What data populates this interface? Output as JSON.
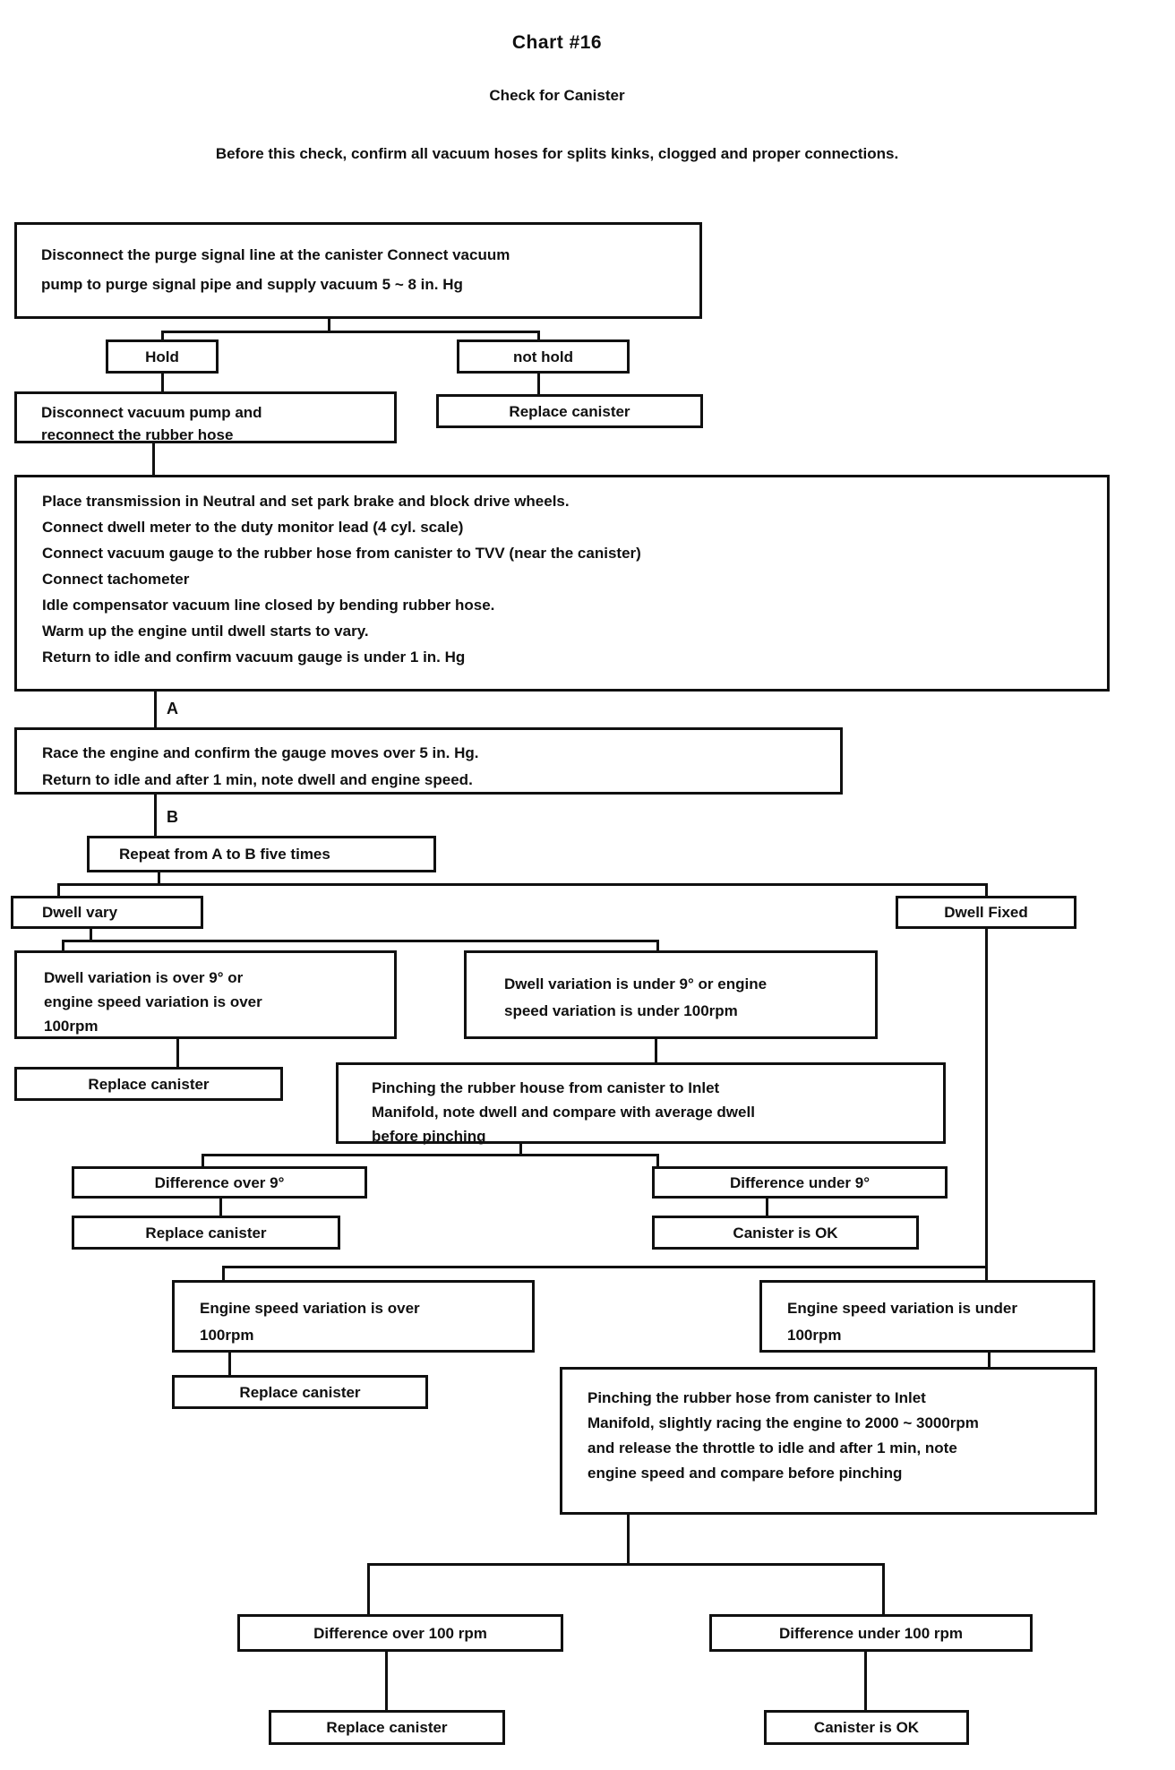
{
  "colors": {
    "ink": "#101010",
    "paper": "#ffffff"
  },
  "header": {
    "title": "Chart #16",
    "subtitle": "Check for Canister",
    "note": "Before this check, confirm all vacuum hoses for splits kinks, clogged and proper connections."
  },
  "labels": {
    "point_a": "A",
    "point_b": "B"
  },
  "nodes": {
    "purge": {
      "lines": [
        "Disconnect the purge signal line at the canister Connect vacuum",
        "pump to purge signal pipe and supply vacuum 5 ~ 8 in. Hg"
      ]
    },
    "hold": {
      "label": "Hold"
    },
    "not_hold": {
      "label": "not hold"
    },
    "disconnect_pump": {
      "lines": [
        "Disconnect vacuum pump and",
        "reconnect the rubber hose"
      ]
    },
    "replace_canister_1": {
      "label": "Replace canister"
    },
    "setup": {
      "lines": [
        "Place transmission in Neutral and set park brake and block drive wheels.",
        "Connect dwell meter to the duty monitor lead (4 cyl. scale)",
        "Connect vacuum gauge to the rubber hose from canister to TVV (near the canister)",
        "Connect tachometer",
        "Idle compensator vacuum line closed by bending rubber hose.",
        "Warm up the engine until dwell starts to vary.",
        "Return to idle and confirm vacuum gauge is under 1 in. Hg"
      ]
    },
    "race": {
      "lines": [
        "Race the engine and confirm the gauge moves over 5 in. Hg.",
        "Return to idle and after 1 min, note dwell and engine speed."
      ]
    },
    "repeat": {
      "label": "Repeat from A to B five times"
    },
    "dwell_vary": {
      "label": "Dwell vary"
    },
    "dwell_fixed": {
      "label": "Dwell Fixed"
    },
    "dwell_variation_over": {
      "lines": [
        "Dwell variation is over 9° or",
        "engine speed variation is over",
        "100rpm"
      ]
    },
    "dwell_variation_under": {
      "lines": [
        "Dwell variation is under 9° or engine",
        "speed variation is under 100rpm"
      ]
    },
    "replace_canister_2": {
      "label": "Replace canister"
    },
    "pinch_house": {
      "lines": [
        "Pinching the rubber house from canister to Inlet",
        "Manifold, note dwell and compare with average dwell",
        "before pinching"
      ]
    },
    "difference_over_9": {
      "label": "Difference over 9°"
    },
    "difference_under_9": {
      "label": "Difference under 9°"
    },
    "replace_canister_3": {
      "label": "Replace canister"
    },
    "canister_ok_1": {
      "label": "Canister is OK"
    },
    "engine_speed_over": {
      "lines": [
        "Engine speed variation is over",
        "100rpm"
      ]
    },
    "engine_speed_under": {
      "lines": [
        "Engine speed variation is under",
        "100rpm"
      ]
    },
    "replace_canister_4": {
      "label": "Replace  canister"
    },
    "pinch_hose": {
      "lines": [
        "Pinching the rubber hose from canister to Inlet",
        "Manifold, slightly racing the engine to 2000 ~ 3000rpm",
        "and release the throttle to idle and after 1 min, note",
        "engine speed and compare before pinching"
      ]
    },
    "difference_over_100": {
      "label": "Difference over 100 rpm"
    },
    "difference_under_100": {
      "label": "Difference under 100 rpm"
    },
    "replace_canister_5": {
      "label": "Replace canister"
    },
    "canister_ok_2": {
      "label": "Canister is OK"
    }
  }
}
